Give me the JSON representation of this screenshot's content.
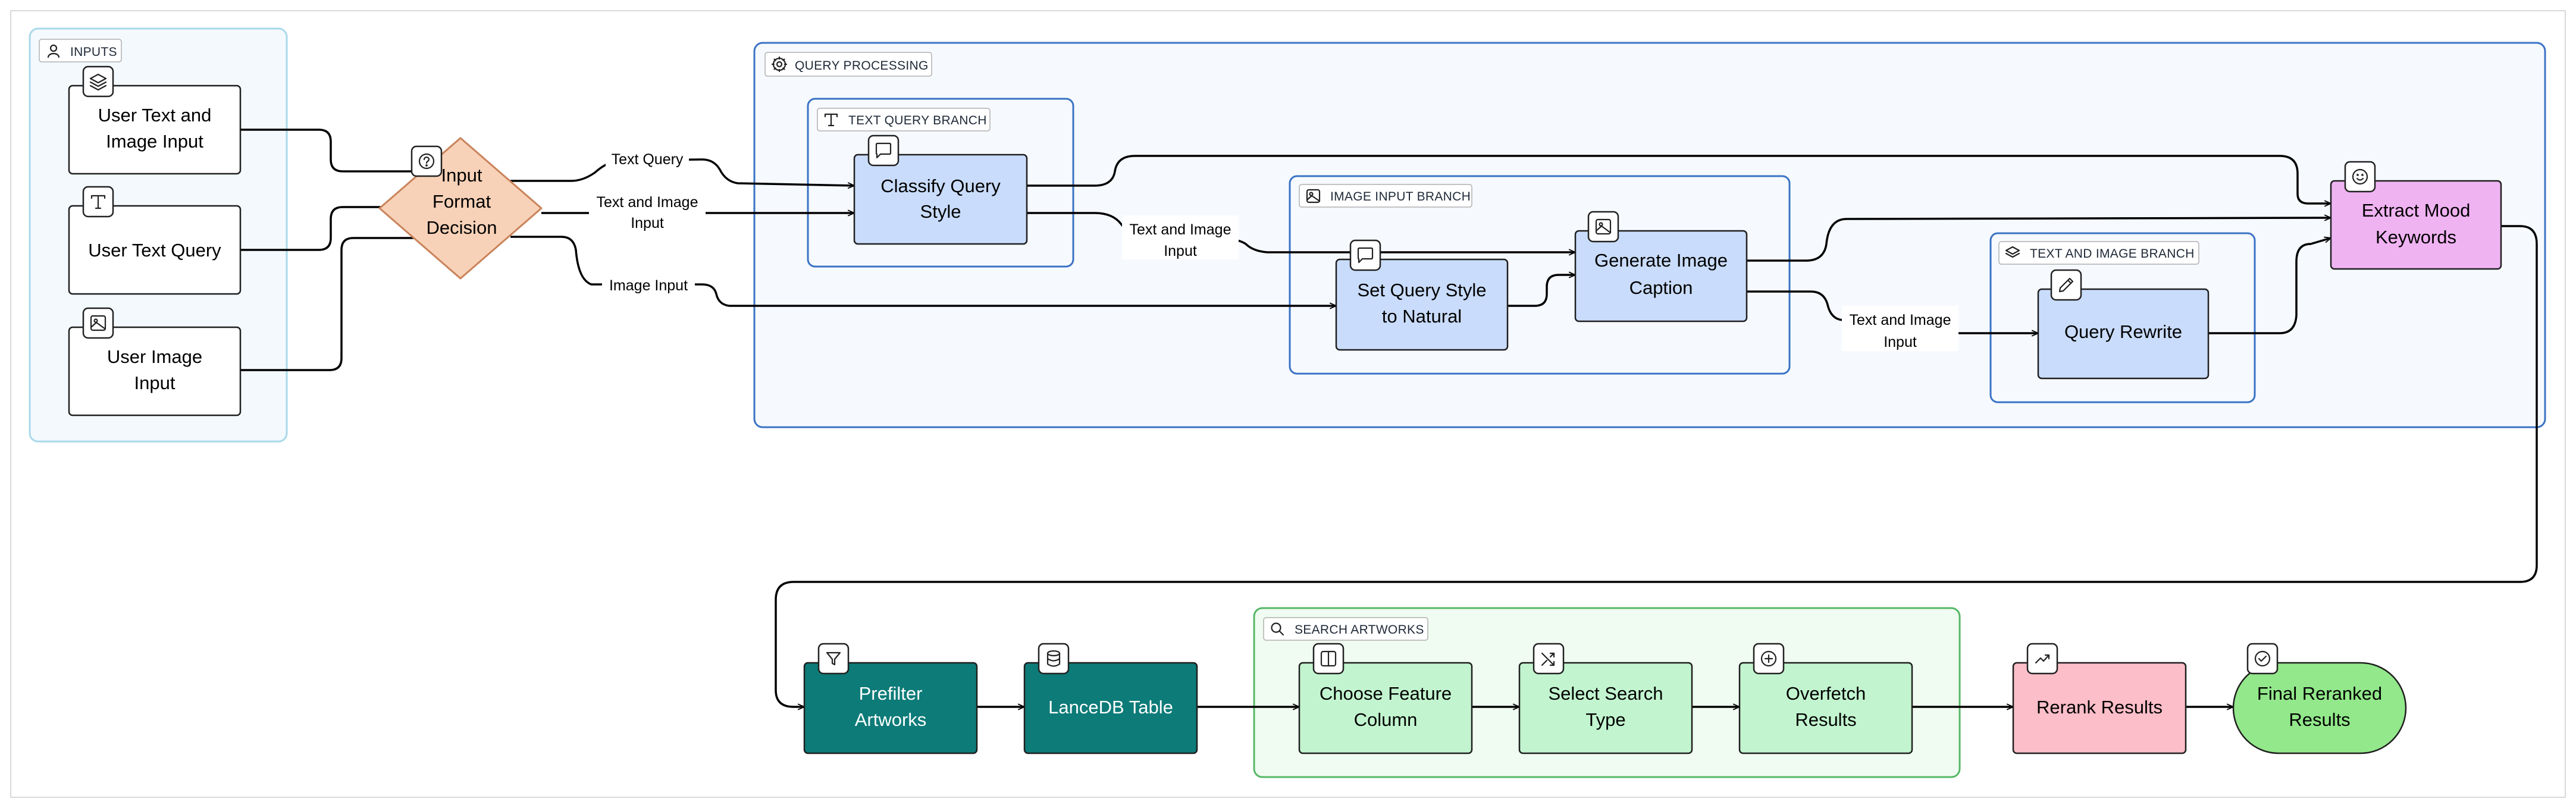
{
  "groups": {
    "inputs": {
      "title": "INPUTS",
      "icon": "user-icon"
    },
    "query_processing": {
      "title": "QUERY PROCESSING",
      "icon": "gear-icon"
    },
    "text_query_branch": {
      "title": "TEXT QUERY BRANCH",
      "icon": "text-icon"
    },
    "image_input_branch": {
      "title": "IMAGE INPUT BRANCH",
      "icon": "image-icon"
    },
    "text_and_image_branch": {
      "title": "TEXT AND IMAGE BRANCH",
      "icon": "layers-icon"
    },
    "search_artworks": {
      "title": "SEARCH ARTWORKS",
      "icon": "search-icon"
    }
  },
  "nodes": {
    "user_text_image": {
      "lines": [
        "User Text and",
        "Image Input"
      ],
      "icon": "layers-icon"
    },
    "user_text_query": {
      "lines": [
        "User Text Query"
      ],
      "icon": "text-icon"
    },
    "user_image_input": {
      "lines": [
        "User Image",
        "Input"
      ],
      "icon": "image-icon"
    },
    "input_format_decision": {
      "lines": [
        "Input",
        "Format",
        "Decision"
      ],
      "icon": "help-circle-icon"
    },
    "classify_query_style": {
      "lines": [
        "Classify Query",
        "Style"
      ],
      "icon": "message-icon"
    },
    "set_query_style_natural": {
      "lines": [
        "Set Query Style",
        "to Natural"
      ],
      "icon": "message-icon"
    },
    "generate_image_caption": {
      "lines": [
        "Generate Image",
        "Caption"
      ],
      "icon": "image-icon"
    },
    "query_rewrite": {
      "lines": [
        "Query Rewrite"
      ],
      "icon": "pencil-icon"
    },
    "extract_mood_keywords": {
      "lines": [
        "Extract Mood",
        "Keywords"
      ],
      "icon": "smile-icon"
    },
    "prefilter_artworks": {
      "lines": [
        "Prefilter",
        "Artworks"
      ],
      "icon": "filter-icon"
    },
    "lancedb_table": {
      "lines": [
        "LanceDB Table"
      ],
      "icon": "database-icon"
    },
    "choose_feature_column": {
      "lines": [
        "Choose Feature",
        "Column"
      ],
      "icon": "columns-icon"
    },
    "select_search_type": {
      "lines": [
        "Select Search",
        "Type"
      ],
      "icon": "shuffle-icon"
    },
    "overfetch_results": {
      "lines": [
        "Overfetch",
        "Results"
      ],
      "icon": "plus-circle-icon"
    },
    "rerank_results": {
      "lines": [
        "Rerank Results"
      ],
      "icon": "trending-up-icon"
    },
    "final_reranked_results": {
      "lines": [
        "Final Reranked",
        "Results"
      ],
      "icon": "check-circle-icon"
    }
  },
  "edge_labels": {
    "text_query": [
      "Text Query"
    ],
    "text_and_image_1": [
      "Text and Image",
      "Input"
    ],
    "image_input": [
      "Image Input"
    ],
    "text_and_image_2": [
      "Text and Image",
      "Input"
    ],
    "text_and_image_3": [
      "Text and Image",
      "Input"
    ]
  },
  "colors": {
    "blue_node": "#c9dcfb",
    "peach_decision": "#f8d2b8",
    "pink_node": "#f0b3f2",
    "teal_node": "#0d7b78",
    "green_node": "#c2f5cf",
    "rose_node": "#fcbec8",
    "final_green": "#92e88a"
  }
}
